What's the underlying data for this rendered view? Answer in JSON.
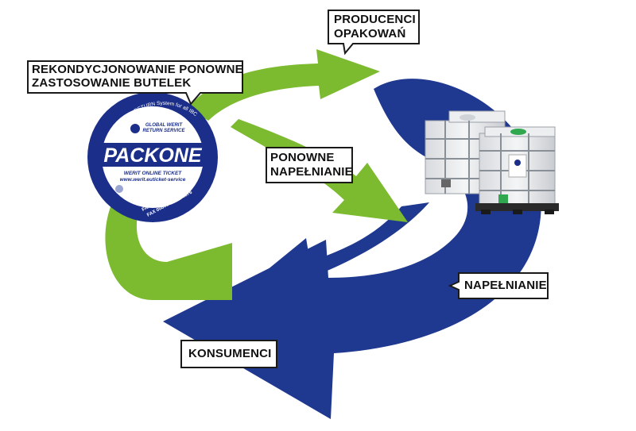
{
  "labels": {
    "producers_line1": "PRODUCENCI",
    "producers_line2": "OPAKOWAŃ",
    "recond_line1": "REKONDYCJONOWANIE PONOWNE",
    "recond_line2": "ZASTOSOWANIE BUTELEK",
    "refill_line1": "PONOWNE",
    "refill_line2": "NAPEŁNIANIE",
    "filling": "NAPEŁNIANIE",
    "consumers": "KONSUMENCI"
  },
  "logo": {
    "arc_text": "The International IBC RETURN System for all IBC",
    "global_line1": "GLOBAL WERIT",
    "global_line2": "RETURN SERVICE",
    "brand": "PACKONE",
    "ticket_line1": "WERIT ONLINE TICKET",
    "ticket_line2": "www.werit.euticket-service",
    "fax_line1": "FAX 00800 IBC RETURN",
    "fax_line2": "FAX 00800 422 738876"
  },
  "colors": {
    "green": "#7cba2f",
    "blue": "#1f3990",
    "logo_blue": "#1b2f8a"
  }
}
